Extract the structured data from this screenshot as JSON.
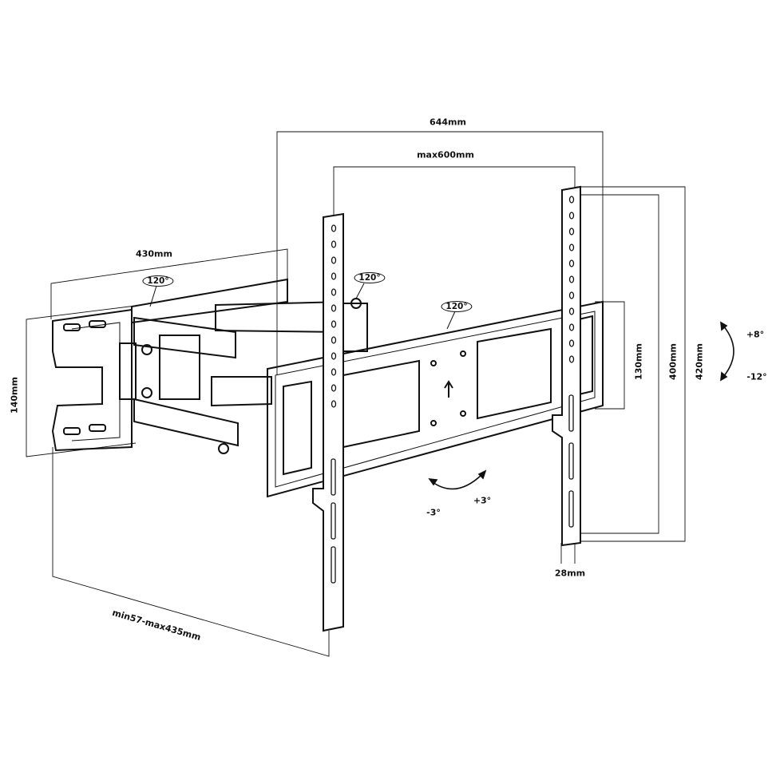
{
  "title": "TV wall mount dimension diagram",
  "dimensions": {
    "overall_width": "644mm",
    "vesa_max_width": "max600mm",
    "arm_length": "430mm",
    "wall_plate_height": "140mm",
    "rail_height": "130mm",
    "vesa_max_height": "400mm",
    "plate_height": "420mm",
    "plate_depth": "28mm",
    "extension": "min57-max435mm"
  },
  "swivel": {
    "wall_joint": "120°",
    "middle_joint": "120°",
    "head_joint": "120°"
  },
  "tilt": {
    "up": "+8°",
    "down": "-12°"
  },
  "rotation": {
    "left": "-3°",
    "right": "+3°"
  },
  "colors": {
    "line": "#111111",
    "background": "#ffffff"
  }
}
